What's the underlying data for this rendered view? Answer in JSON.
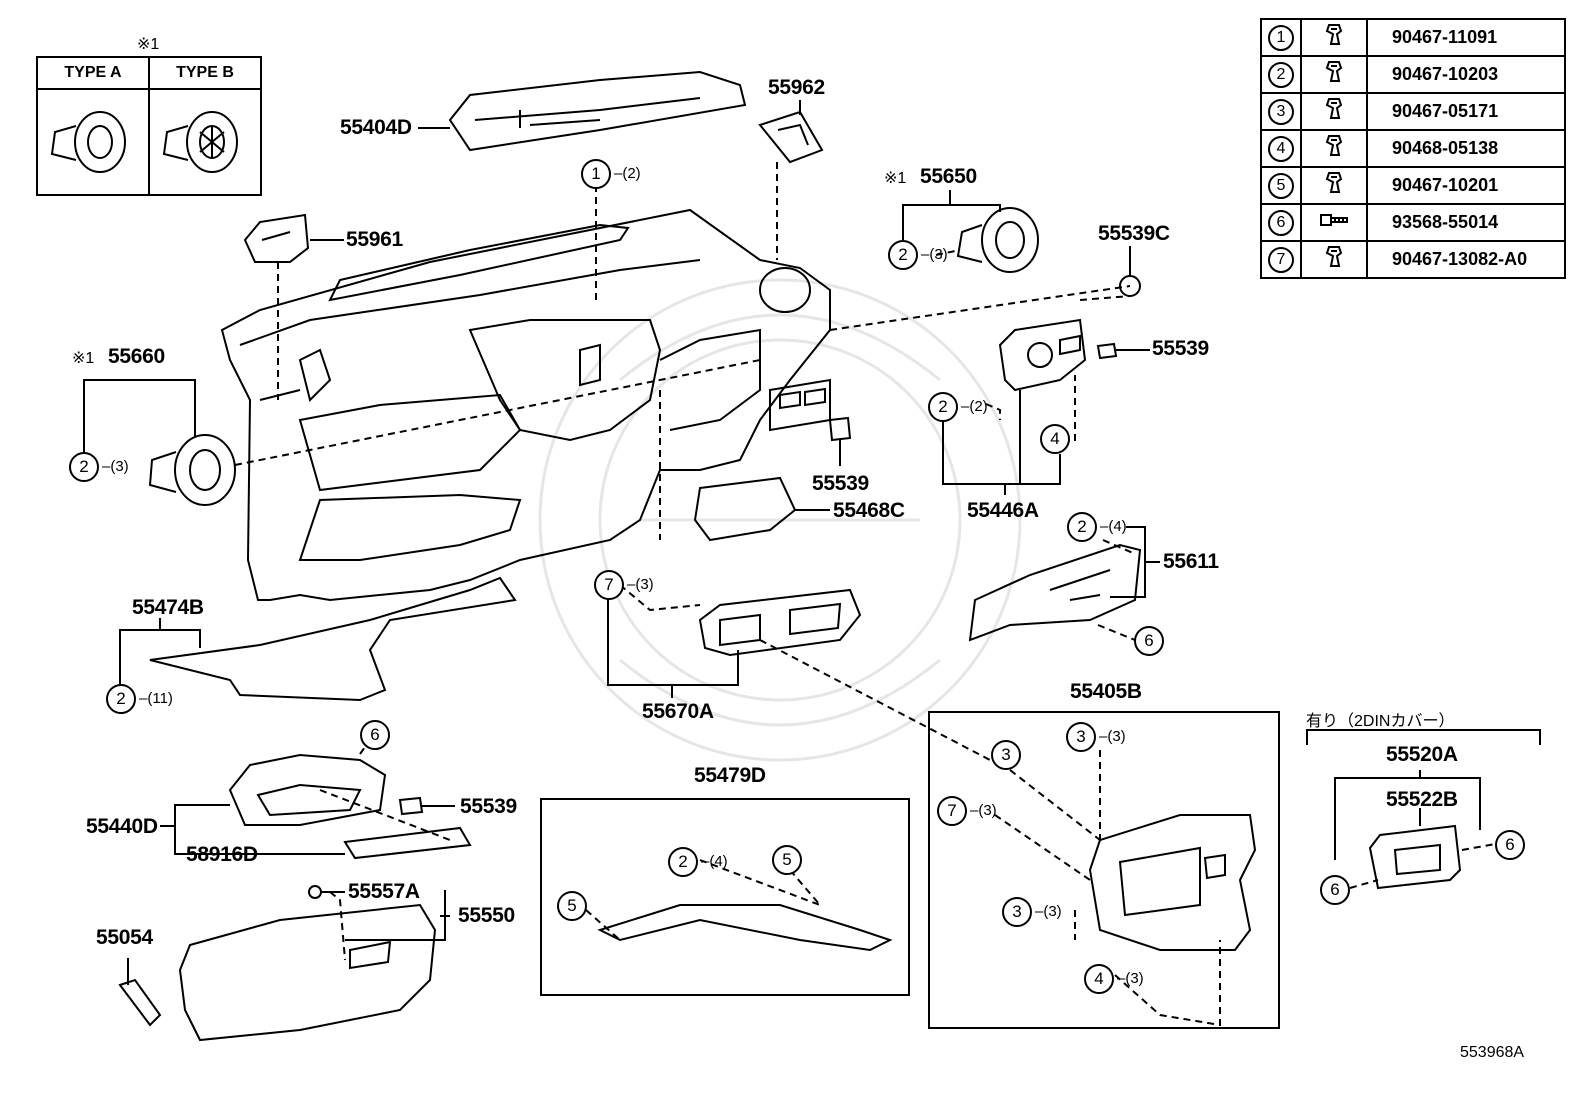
{
  "note_mark": "※1",
  "type_box": {
    "type_a": "TYPE A",
    "type_b": "TYPE B"
  },
  "legend": [
    {
      "num": "1",
      "part": "90467-11091",
      "icon": "clip-icon"
    },
    {
      "num": "2",
      "part": "90467-10203",
      "icon": "clip-icon"
    },
    {
      "num": "3",
      "part": "90467-05171",
      "icon": "clip-icon"
    },
    {
      "num": "4",
      "part": "90468-05138",
      "icon": "clip-icon"
    },
    {
      "num": "5",
      "part": "90467-10201",
      "icon": "clip-icon"
    },
    {
      "num": "6",
      "part": "93568-55014",
      "icon": "screw-icon"
    },
    {
      "num": "7",
      "part": "90467-13082-A0",
      "icon": "clip-icon"
    }
  ],
  "labels": {
    "p55404D": "55404D",
    "p55962": "55962",
    "p55961": "55961",
    "p55650": "55650",
    "p55660": "55660",
    "p55539C": "55539C",
    "p55539_a": "55539",
    "p55539_b": "55539",
    "p55539_c": "55539",
    "p55468C": "55468C",
    "p55446A": "55446A",
    "p55611": "55611",
    "p55474B": "55474B",
    "p55670A": "55670A",
    "p55405B": "55405B",
    "p55440D": "55440D",
    "p58916D": "58916D",
    "p55479D": "55479D",
    "p55557A": "55557A",
    "p55550": "55550",
    "p55054": "55054",
    "p55520A": "55520A",
    "p55522B": "55522B",
    "din_note": "有り（2DINカバー）",
    "figure_ref": "553968A"
  },
  "callouts": [
    {
      "n": "1",
      "q": "(2)"
    },
    {
      "n": "2",
      "q": "(3)"
    },
    {
      "n": "2",
      "q": "(3)"
    },
    {
      "n": "2",
      "q": "(2)"
    },
    {
      "n": "4",
      "q": ""
    },
    {
      "n": "2",
      "q": "(4)"
    },
    {
      "n": "6",
      "q": ""
    },
    {
      "n": "7",
      "q": "(3)"
    },
    {
      "n": "2",
      "q": "(11)"
    },
    {
      "n": "6",
      "q": ""
    },
    {
      "n": "3",
      "q": ""
    },
    {
      "n": "3",
      "q": "(3)"
    },
    {
      "n": "7",
      "q": "(3)"
    },
    {
      "n": "3",
      "q": "(3)"
    },
    {
      "n": "4",
      "q": "(3)"
    },
    {
      "n": "2",
      "q": "(4)"
    },
    {
      "n": "5",
      "q": ""
    },
    {
      "n": "5",
      "q": ""
    },
    {
      "n": "6",
      "q": ""
    },
    {
      "n": "6",
      "q": ""
    }
  ]
}
